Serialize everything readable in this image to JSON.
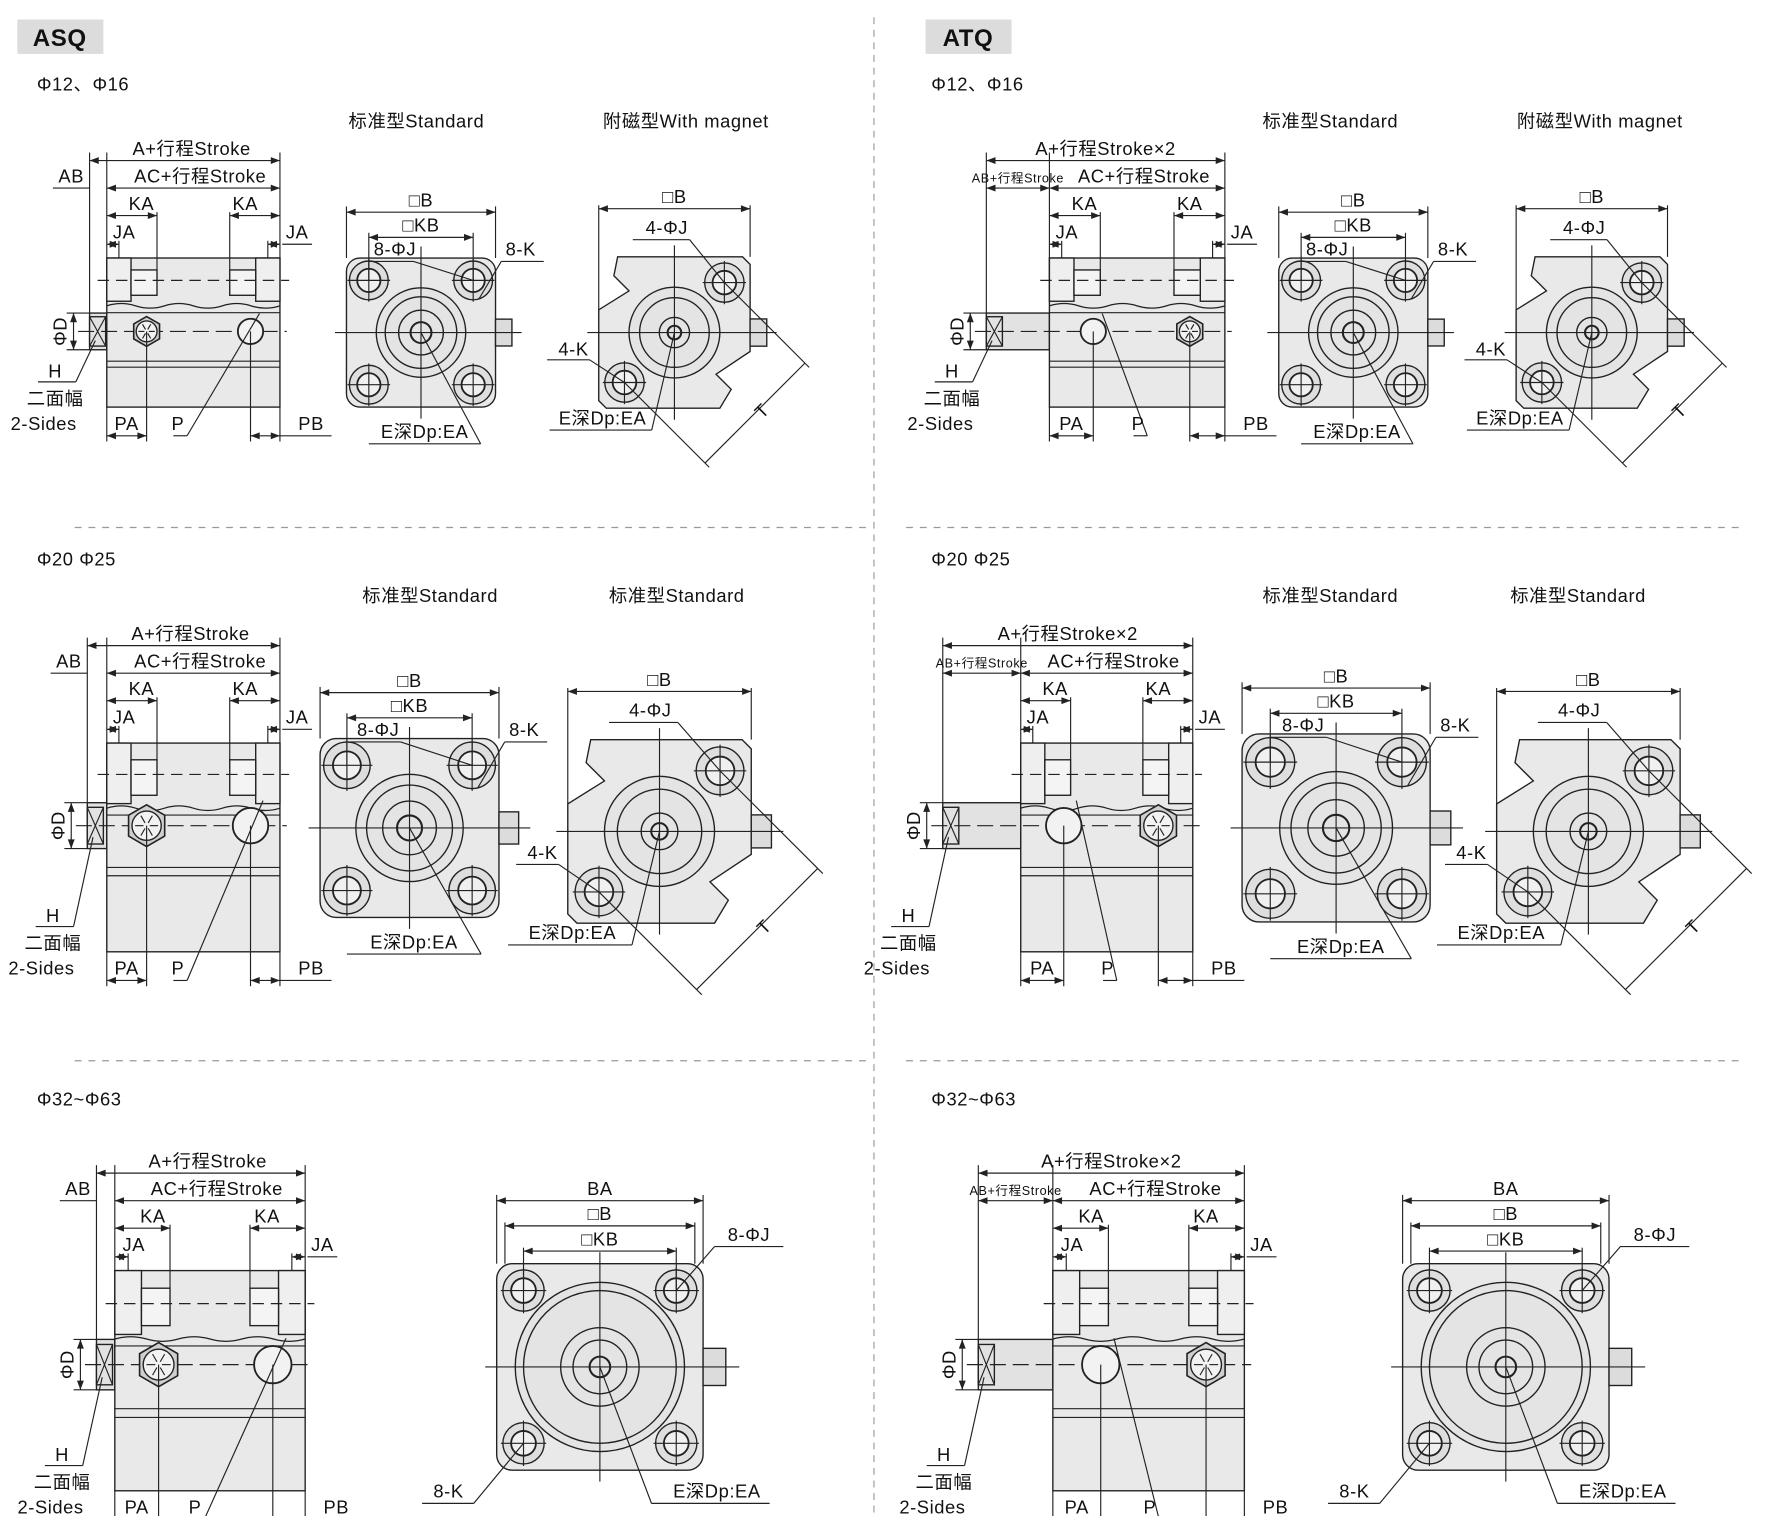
{
  "panels": [
    {
      "badge": "ASQ",
      "rows": [
        {
          "size": "Φ12、Φ16",
          "titles": [
            "标准型Standard",
            "附磁型With magnet"
          ],
          "side": {
            "a": "A+行程Stroke",
            "ab": "AB",
            "ac": "AC+行程Stroke",
            "ka": "KA",
            "ja": "JA",
            "d": "ΦD",
            "h": "H",
            "width_cn": "二面幅",
            "sides": "2-Sides",
            "pa": "PA",
            "p": "P",
            "pb": "PB"
          },
          "front1": {
            "b": "□B",
            "kb": "□KB",
            "j": "8-ΦJ",
            "k": "8-K",
            "e": "E深Dp:EA"
          },
          "front2": {
            "b": "□B",
            "j": "4-ΦJ",
            "k": "4-K",
            "e": "E深Dp:EA",
            "t": "T"
          }
        },
        {
          "size": "Φ20  Φ25",
          "titles": [
            "标准型Standard",
            "标准型Standard"
          ],
          "side": {
            "a": "A+行程Stroke",
            "ab": "AB",
            "ac": "AC+行程Stroke",
            "ka": "KA",
            "ja": "JA",
            "d": "ΦD",
            "h": "H",
            "width_cn": "二面幅",
            "sides": "2-Sides",
            "pa": "PA",
            "p": "P",
            "pb": "PB"
          },
          "front1": {
            "b": "□B",
            "kb": "□KB",
            "j": "8-ΦJ",
            "k": "8-K",
            "e": "E深Dp:EA"
          },
          "front2": {
            "b": "□B",
            "j": "4-ΦJ",
            "k": "4-K",
            "e": "E深Dp:EA",
            "t": "T"
          }
        },
        {
          "size": "Φ32~Φ63",
          "side": {
            "a": "A+行程Stroke",
            "ab": "AB",
            "ac": "AC+行程Stroke",
            "ka": "KA",
            "ja": "JA",
            "d": "ΦD",
            "h": "H",
            "width_cn": "二面幅",
            "sides": "2-Sides",
            "pa": "PA",
            "p": "P",
            "pb": "PB"
          },
          "front1": {
            "ba": "BA",
            "b": "□B",
            "kb": "□KB",
            "j": "8-ΦJ",
            "k": "8-K",
            "e": "E深Dp:EA"
          }
        }
      ]
    },
    {
      "badge": "ATQ",
      "rows": [
        {
          "size": "Φ12、Φ16",
          "titles": [
            "标准型Standard",
            "附磁型With magnet"
          ],
          "side": {
            "a": "A+行程Stroke×2",
            "ab": "AB+行程Stroke",
            "ac": "AC+行程Stroke",
            "ka": "KA",
            "ja": "JA",
            "d": "ΦD",
            "h": "H",
            "width_cn": "二面幅",
            "sides": "2-Sides",
            "pa": "PA",
            "p": "P",
            "pb": "PB"
          },
          "front1": {
            "b": "□B",
            "kb": "□KB",
            "j": "8-ΦJ",
            "k": "8-K",
            "e": "E深Dp:EA"
          },
          "front2": {
            "b": "□B",
            "j": "4-ΦJ",
            "k": "4-K",
            "e": "E深Dp:EA",
            "t": "T"
          }
        },
        {
          "size": "Φ20  Φ25",
          "titles": [
            "标准型Standard",
            "标准型Standard"
          ],
          "side": {
            "a": "A+行程Stroke×2",
            "ab": "AB+行程Stroke",
            "ac": "AC+行程Stroke",
            "ka": "KA",
            "ja": "JA",
            "d": "ΦD",
            "h": "H",
            "width_cn": "二面幅",
            "sides": "2-Sides",
            "pa": "PA",
            "p": "P",
            "pb": "PB"
          },
          "front1": {
            "b": "□B",
            "kb": "□KB",
            "j": "8-ΦJ",
            "k": "8-K",
            "e": "E深Dp:EA"
          },
          "front2": {
            "b": "□B",
            "j": "4-ΦJ",
            "k": "4-K",
            "e": "E深Dp:EA",
            "t": "T"
          }
        },
        {
          "size": "Φ32~Φ63",
          "side": {
            "a": "A+行程Stroke×2",
            "ab": "AB+行程Stroke",
            "ac": "AC+行程Stroke",
            "ka": "KA",
            "ja": "JA",
            "d": "ΦD",
            "h": "H",
            "width_cn": "二面幅",
            "sides": "2-Sides",
            "pa": "PA",
            "p": "P",
            "pb": "PB"
          },
          "front1": {
            "ba": "BA",
            "b": "□B",
            "kb": "□KB",
            "j": "8-ΦJ",
            "k": "8-K",
            "e": "E深Dp:EA"
          }
        }
      ]
    }
  ],
  "colors": {
    "line": "#222222",
    "body_fill": "#e9e9e9",
    "badge_fill": "#dcdcdc",
    "divider": "#999999"
  }
}
